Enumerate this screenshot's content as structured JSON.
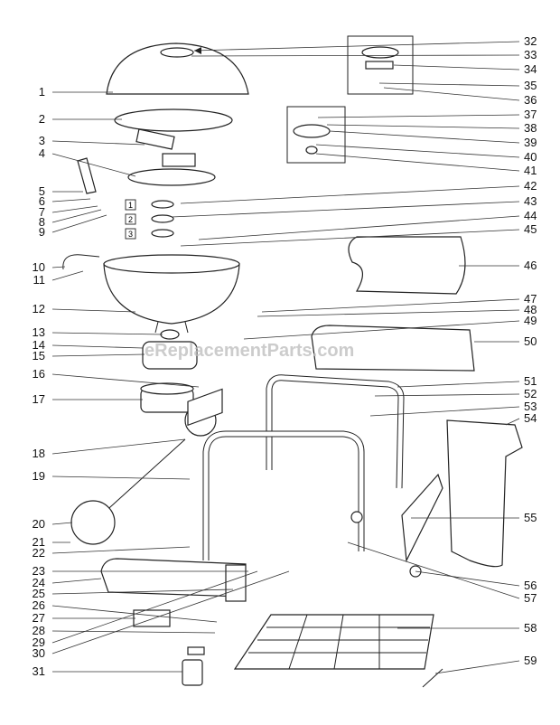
{
  "title": "Grill exploded parts diagram",
  "watermark": "eReplacementParts.com",
  "left_callouts": [
    "1",
    "2",
    "3",
    "4",
    "5",
    "6",
    "7",
    "8",
    "9",
    "10",
    "11",
    "12",
    "13",
    "14",
    "15",
    "16",
    "17",
    "18",
    "19",
    "20",
    "21",
    "22",
    "23",
    "24",
    "25",
    "26",
    "27",
    "28",
    "29",
    "30",
    "31"
  ],
  "right_callouts": [
    "32",
    "33",
    "34",
    "35",
    "36",
    "37",
    "38",
    "39",
    "40",
    "41",
    "42",
    "43",
    "44",
    "45",
    "46",
    "47",
    "48",
    "49",
    "50",
    "51",
    "52",
    "53",
    "54",
    "55",
    "56",
    "57",
    "58",
    "59"
  ],
  "boxed_callouts": [
    "1",
    "2",
    "3"
  ]
}
